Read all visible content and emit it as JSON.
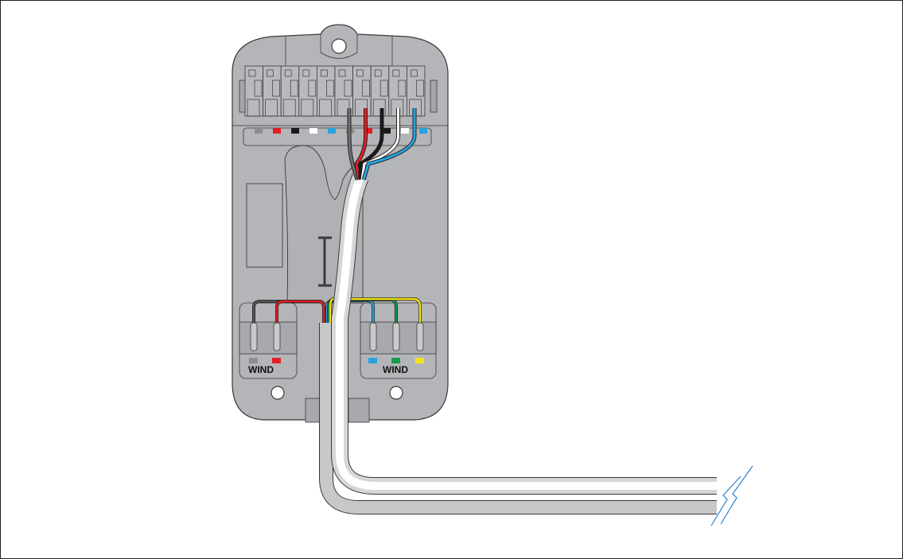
{
  "diagram": {
    "top_terminal_count": 10,
    "top_swatch_colors": [
      "#8d8e90",
      "#e31e24",
      "#1a1a1a",
      "#ffffff",
      "#29a3dd",
      "#8d8e90",
      "#e31e24",
      "#1a1a1a",
      "#ffffff",
      "#29a3dd"
    ],
    "top_wire_colors": [
      "#707070",
      "#e31e24",
      "#1a1a1a",
      "#ffffff",
      "#29a3dd"
    ],
    "left_block": {
      "label": "WIND",
      "swatches": [
        "#8d8e90",
        "#e31e24"
      ]
    },
    "right_block": {
      "label": "WIND",
      "swatches": [
        "#29a3dd",
        "#149a48",
        "#f5e21b"
      ]
    },
    "colors": {
      "housing": "#b4b5b8",
      "outline": "#3a3a3a",
      "break_line": "#2a7fd0",
      "cable_white": "#ffffff",
      "cable_gray": "#c8c8c8"
    }
  }
}
